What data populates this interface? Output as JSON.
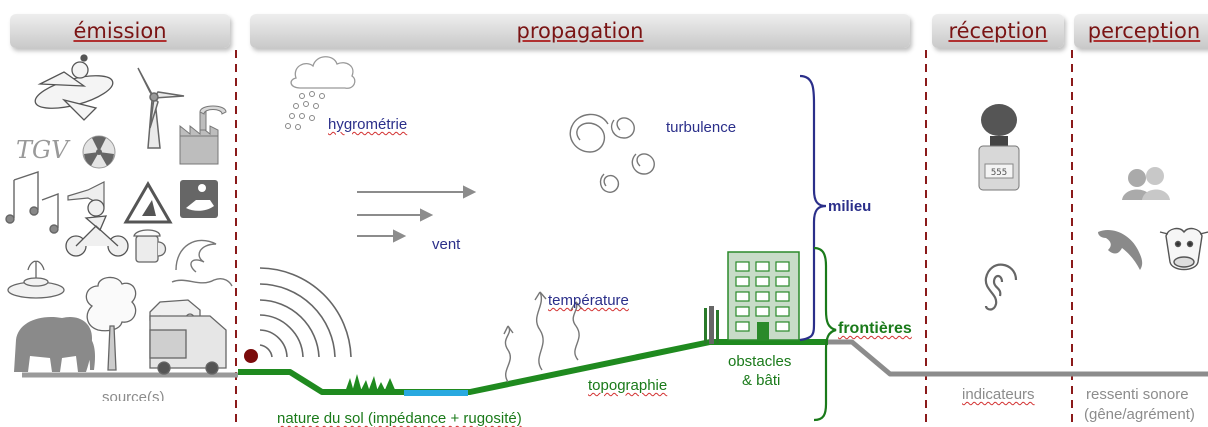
{
  "headers": {
    "emission": "émission",
    "propagation": "propagation",
    "reception": "réception",
    "perception": "perception"
  },
  "labels": {
    "hygrometrie": "hygrométrie",
    "turbulence": "turbulence",
    "vent": "vent",
    "milieu": "milieu",
    "frontieres": "frontières",
    "temperature": "température",
    "topographie": "topographie",
    "obstacles": "obstacles",
    "bati": "& bâti",
    "sources": "source(s)",
    "nature_sol": "nature du sol (impédance + rugosité)",
    "indicateurs": "indicateurs",
    "ressenti": "ressenti sonore",
    "gene": "(gêne/agrément)",
    "lcd_value": "555"
  },
  "icons": {
    "emission": [
      "airplane-icon",
      "wind-turbine-icon",
      "factory-icon",
      "tgv-logo-icon",
      "radiation-icon",
      "music-notes-icon",
      "horn-icon",
      "roadworks-sign-icon",
      "jetski-sign-icon",
      "motorcycle-icon",
      "beer-mug-icon",
      "wave-icon",
      "fountain-icon",
      "tree-icon",
      "car-icon",
      "elephant-icon",
      "truck-icon"
    ],
    "reception": [
      "sound-meter-icon",
      "ear-icon"
    ],
    "perception": [
      "people-icon",
      "dolphin-icon",
      "cow-icon"
    ]
  },
  "colors": {
    "header_text": "#7a1414",
    "divider": "#8b1a1a",
    "medium_blue": "#2b2f8a",
    "boundary_green": "#1a7a1a",
    "ground_gray": "#8c8c8c",
    "water_blue": "#29a9e0",
    "source_dot": "#7a0b0b"
  }
}
